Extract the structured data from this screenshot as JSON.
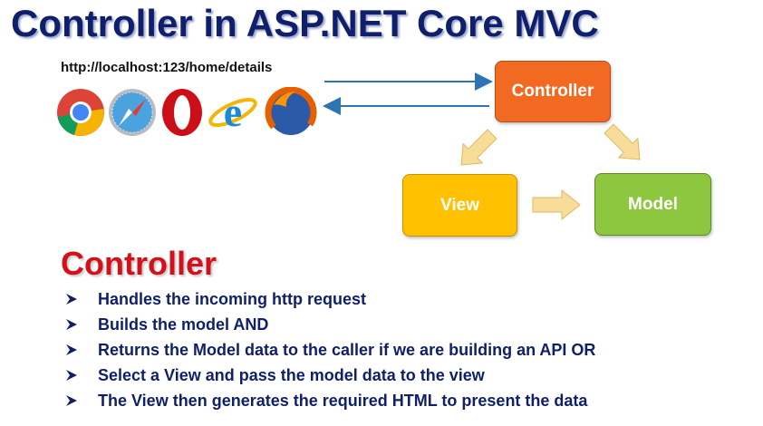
{
  "title": "Controller in ASP.NET Core MVC",
  "url": "http://localhost:123/home/details",
  "browsers": [
    {
      "icon": "chrome-icon"
    },
    {
      "icon": "safari-icon"
    },
    {
      "icon": "opera-icon"
    },
    {
      "icon": "internet-explorer-icon"
    },
    {
      "icon": "firefox-icon"
    }
  ],
  "diagram": {
    "controller": "Controller",
    "view": "View",
    "model": "Model",
    "colors": {
      "controller": "#f26a22",
      "view": "#ffc000",
      "model": "#8dc63f",
      "request_arrow": "#2e74b5",
      "flow_arrow": "#f7dc9a"
    }
  },
  "section": {
    "heading": "Controller",
    "bullets": [
      "Handles the incoming http request",
      "Builds the model AND",
      "Returns the Model data to the caller if we are building an API  OR",
      "Select a View and pass the model data to the view",
      "The View then generates the required HTML to present the data"
    ]
  }
}
